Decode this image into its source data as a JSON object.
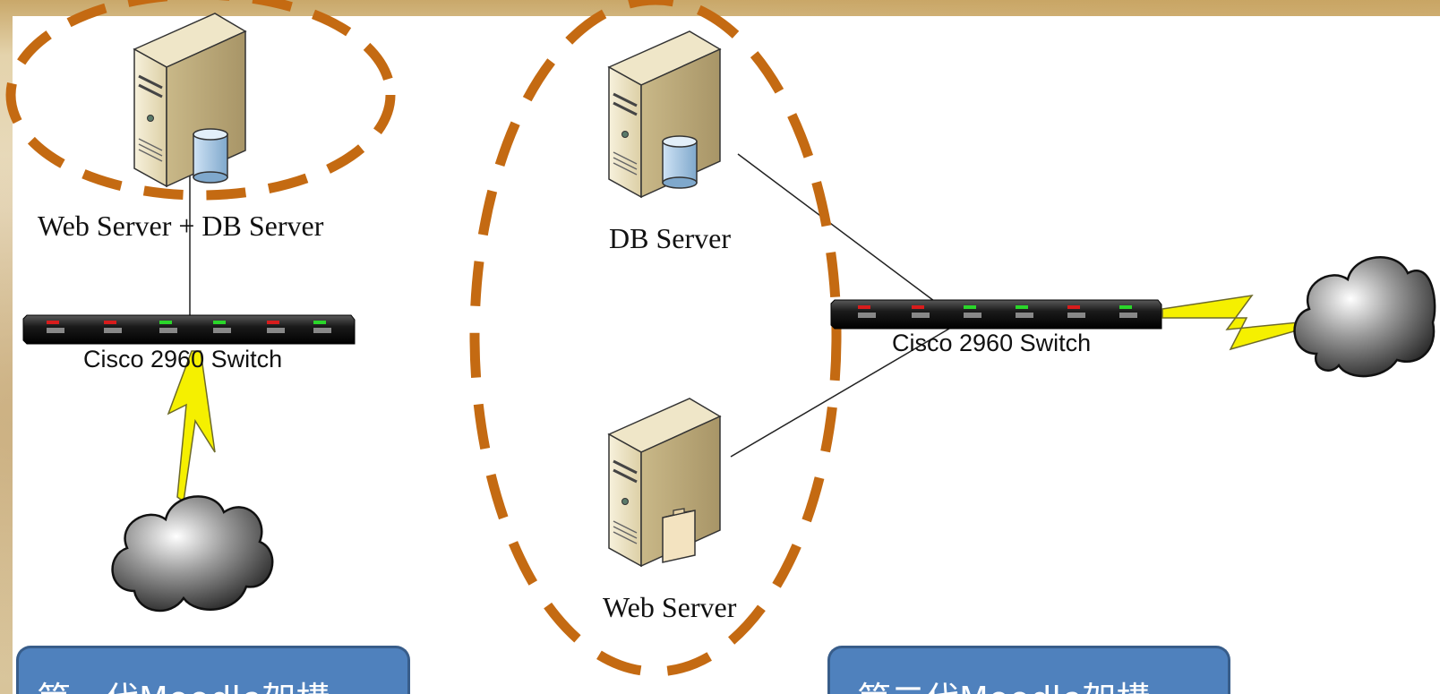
{
  "left_architecture": {
    "server_label": "Web Server + DB Server",
    "switch_label": "Cisco 2960 Switch",
    "callout_text": "第一代Moodle架構"
  },
  "right_architecture": {
    "db_server_label": "DB Server",
    "web_server_label": "Web Server",
    "switch_label": "Cisco 2960 Switch",
    "callout_text": "第二代Moodle架構"
  },
  "colors": {
    "dashed_ellipse": "#c46a12",
    "callout_fill": "#4f81bd",
    "lightning": "#f5f000"
  }
}
